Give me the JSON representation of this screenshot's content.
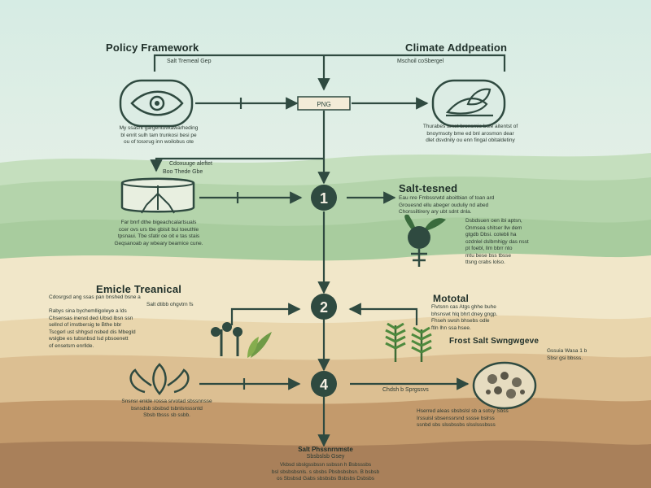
{
  "colors": {
    "sky_top": "#cfe9e1",
    "hill_green": "#a9cfa4",
    "sand": "#efe3c2",
    "soil_light": "#d7b58a",
    "soil_dark": "#a47650",
    "node_fill": "#2f4a40",
    "line": "#2f4a40",
    "plant_green": "#4e8a3e"
  },
  "left_top": {
    "title": "Policy Framework",
    "subtitle": "Salt Tremeal Gep",
    "desc": [
      "My ssasnt gargentuvkawarheding",
      "bl enrit sulh tam trunkosi besi pe",
      "ou of tosxrug inn woilobus ote"
    ],
    "icon": "eye-icon"
  },
  "right_top": {
    "title": "Climate Addpeation",
    "subtitle": "Mschoil coSbergel",
    "desc": [
      "Thurabes amet bronsmie bole aitentst of",
      "bnoymsoty bme ed bnl arosmon dear",
      "dlet dsvdnily ou enn fingal obitaldetiny"
    ],
    "icon": "leaf-icon"
  },
  "center_box": {
    "label": "PNG"
  },
  "root_block": {
    "label_top": "Cdoxuuge aleftet",
    "label_bottom": "Boo Thede Gbe",
    "desc": [
      "Far bnrf dthe bigeachcalartsuals",
      "ccer ovs urs tbe gbisit bui toeuthle",
      "tpsnaui. Tbe sfatir oe oit e tas stais",
      "Geqsanoab ay wbeary beamice cune."
    ],
    "icon": "root-icon"
  },
  "nodes": [
    "1",
    "2",
    "4"
  ],
  "salt_tested": {
    "title": "Salt-tesned",
    "desc": [
      "Eau nre Fmbssrwtd aboitbian of toan ard",
      "Grouesnd ellu abeger ouduliy nd abed",
      "Chorssiltirery ary ubt sdnt dnla."
    ],
    "side_desc": [
      "Dsbdsuen oen ibi aptsn,",
      "Onmsea shitser llw dem",
      "gtgdb Dbsi. cotebli ha",
      "ozdnlel dslbmhigy das nsst",
      "pt foebl, llm bbrr nto",
      "mtu bese bss tbsse",
      "ttsng crabs lolso."
    ],
    "icon": "radish-icon"
  },
  "emicle": {
    "title": "Emicle Treanical",
    "desc": [
      "Cdosrgsd ang ssas pan bnshed bsne a",
      "Salt dtibb ohgvtrn fs",
      "Rabys sina bychemlligoleye a lds",
      "Chsensas inenst ded Ubsd lbsn ssn",
      "sellnd of imstbersig te Bthe bbr",
      "Tscgerl ust shhgsd nsbed dis Mbegld",
      "wslgbe es tubsnbsd lsd pbsoenett",
      "of ensetsrn enrllde."
    ],
    "icon": "sprout-icon"
  },
  "mototal": {
    "title": "Mototal",
    "desc": [
      "Flvtsnn cas Atgs ghhe buhe",
      "bhsnswt hlq bhrt dney gngp.",
      "Fhseh swsh bhsebs odle",
      "ftln lhn ssa hsee."
    ],
    "icon": "fern-icon"
  },
  "frost": {
    "title": "Frost Salt Swngwgeve",
    "side": [
      "Gssuia Wasa 1 b",
      "Sbsr gsi bbsss."
    ],
    "desc": [
      "Hserred aleas sbsbslsl sb a sotsy Sbss",
      "Irssuisl sbsenssrsnd sssse bslrss",
      "ssnbd sbs slssbssbs slsslsssbsss"
    ],
    "icon": "soil-sample-icon"
  },
  "hands": {
    "desc": [
      "Snsnsr enlde rossa srvotad sbssnnsse",
      "bsnsdsb sbsbsd tsbnlsnsssntd",
      "Sbsb tbsss sb ssbb."
    ],
    "icon": "hands-icon"
  },
  "node4_right_label": "Chdsh b Sprgssvs",
  "bottom": {
    "title": "Salt Phssnrnmste",
    "subtitle": "Sbsbslsb Gsey",
    "desc": [
      "Vkbsd sbslgssbssn ssbssn h Bsbsssbs",
      "bsl sbsbsbsnls. s sbsbs Pbsbsbsbsn. B bsbsb",
      "os Sbsbsd Gabs sbsbsbs Bsbsbs Dsbsbs"
    ]
  }
}
